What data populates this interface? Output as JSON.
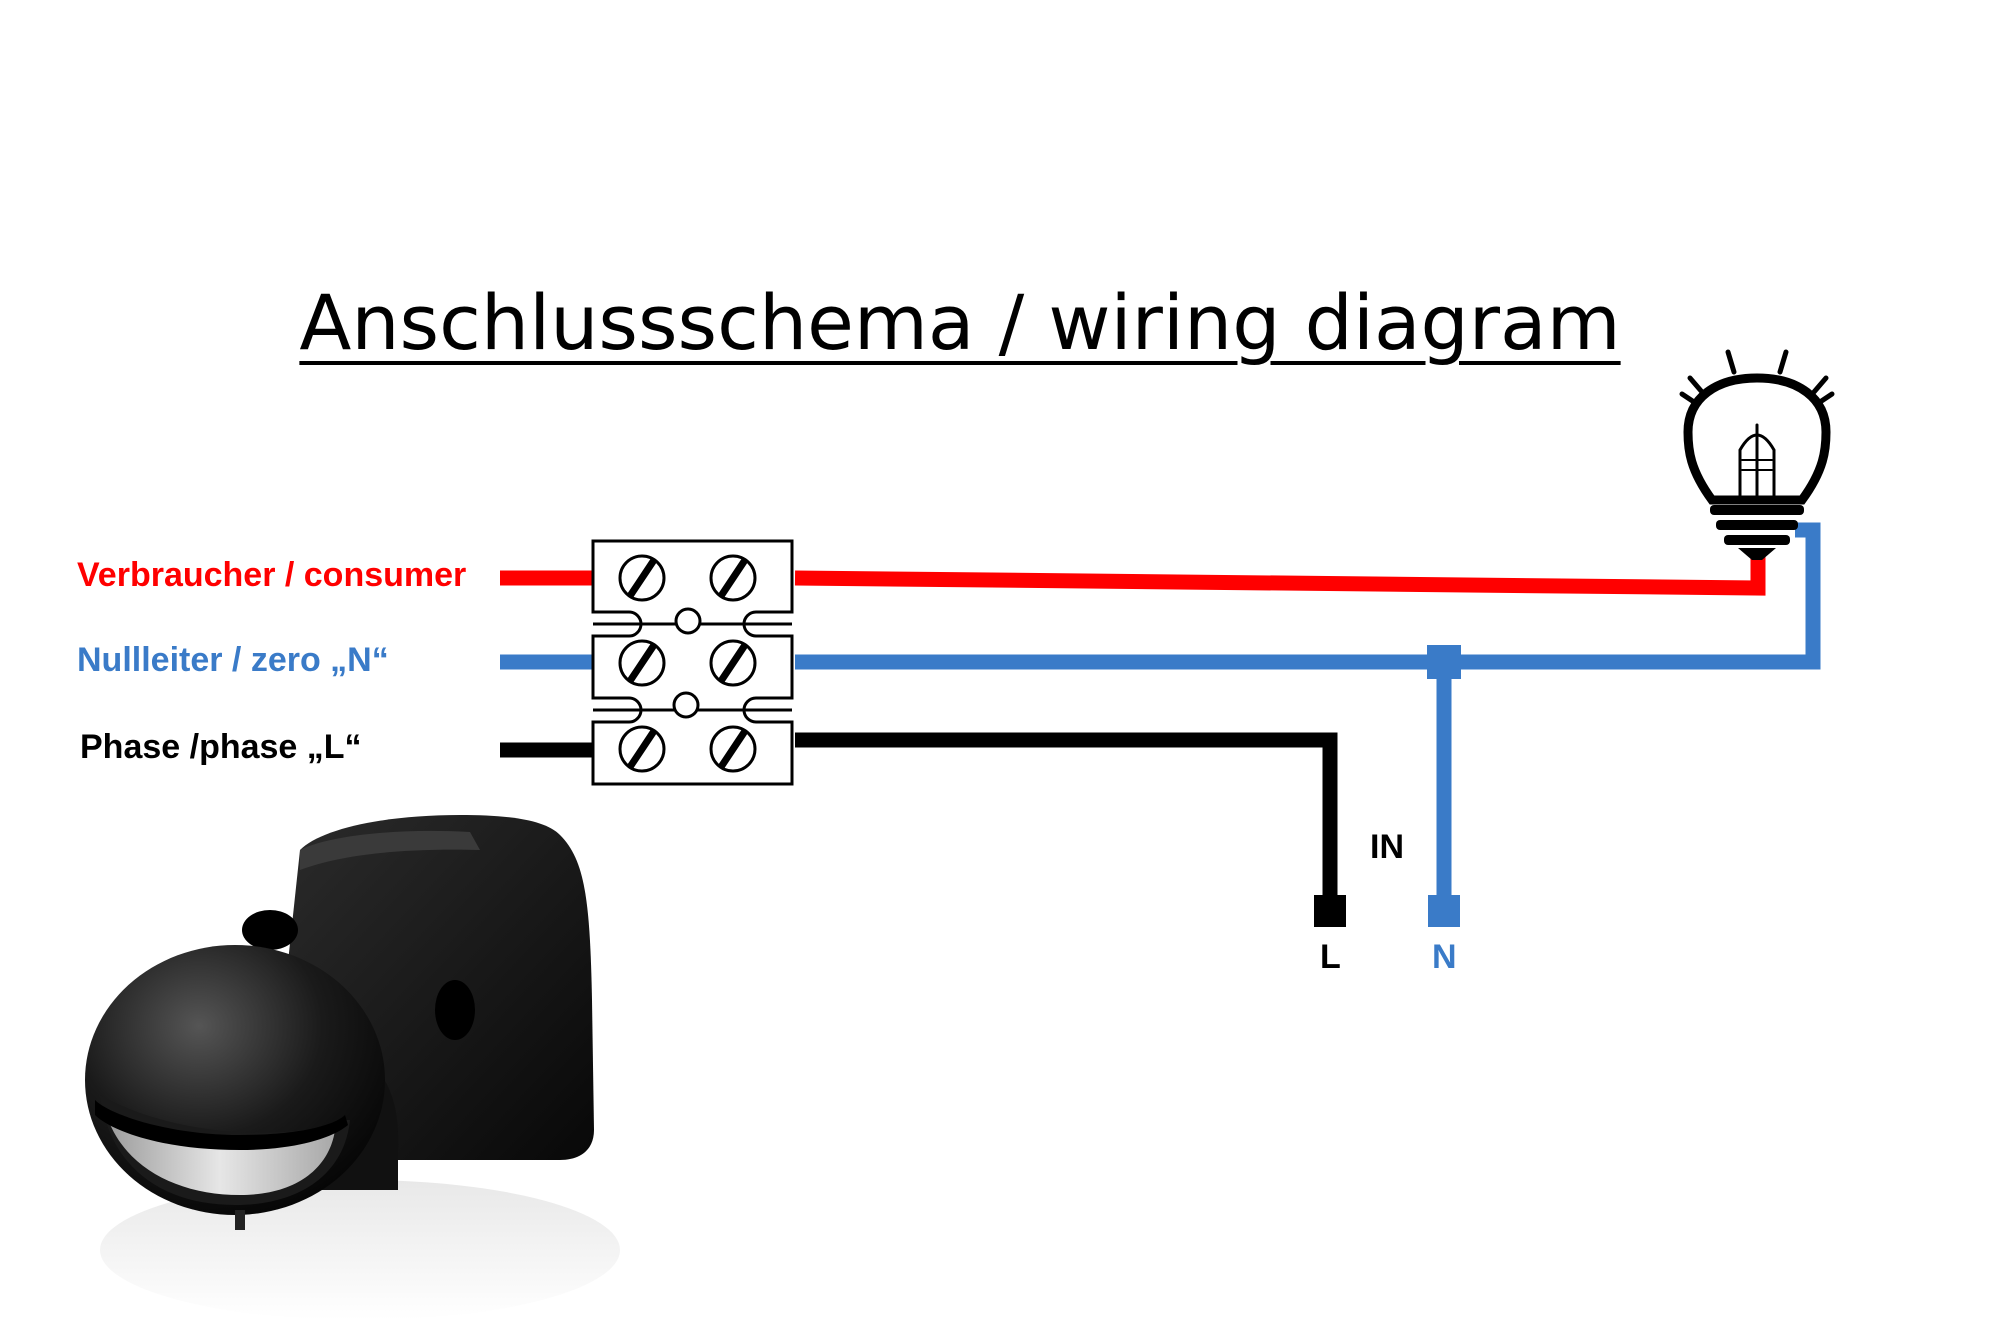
{
  "title": "Anschlussschema / wiring diagram",
  "wires": {
    "consumer": {
      "label": "Verbraucher / consumer",
      "color": "#ff0000"
    },
    "neutral": {
      "label": "Nullleiter / zero „N“",
      "color": "#3a7bc8"
    },
    "phase": {
      "label": "Phase /phase „L“",
      "color": "#000000"
    }
  },
  "sensor_input": {
    "label": "IN",
    "l_label": "L",
    "n_label": "N"
  },
  "icons": {
    "lamp": "light-bulb-icon",
    "sensor": "motion-sensor-icon",
    "terminal": "terminal-block-icon"
  }
}
